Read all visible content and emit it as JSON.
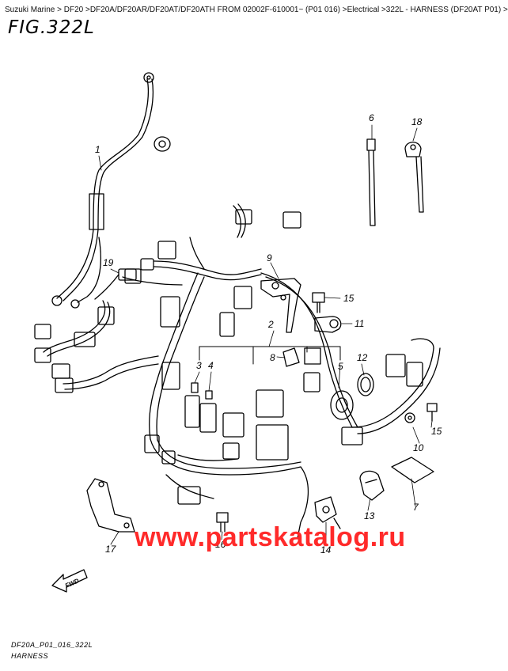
{
  "breadcrumb": "Suzuki Marine > DF20 >DF20A/DF20AR/DF20AT/DF20ATH FROM 02002F-610001~ (P01 016) >Electrical >322L - HARNESS (DF20AT P01) >",
  "figure_title": "FIG.322L",
  "callouts": [
    "1",
    "2",
    "3",
    "4",
    "5",
    "6",
    "7",
    "8",
    "9",
    "10",
    "11",
    "12",
    "13",
    "14",
    "15",
    "15",
    "16",
    "17",
    "18",
    "19"
  ],
  "fwd_label": "FWD",
  "watermark": "www.partskatalog.ru",
  "footer": {
    "code": "DF20A_P01_016_322L",
    "name": "HARNESS"
  }
}
